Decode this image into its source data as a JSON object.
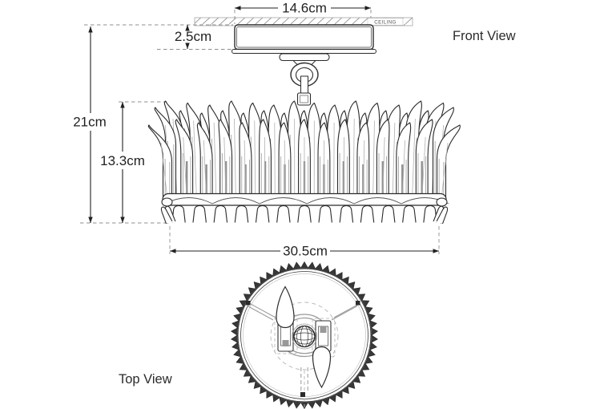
{
  "front_view": {
    "label": "Front View",
    "ceiling_label": "CEILING",
    "dimensions": {
      "canopy_width": "14.6cm",
      "canopy_height": "2.5cm",
      "overall_height": "21cm",
      "shade_height": "13.3cm",
      "shade_width": "30.5cm"
    }
  },
  "top_view": {
    "label": "Top View"
  },
  "colors": {
    "line": "#2b2b2b",
    "dimension": "#231f20",
    "construction": "#8f8f8f",
    "hatch": "#9a9a9a"
  }
}
